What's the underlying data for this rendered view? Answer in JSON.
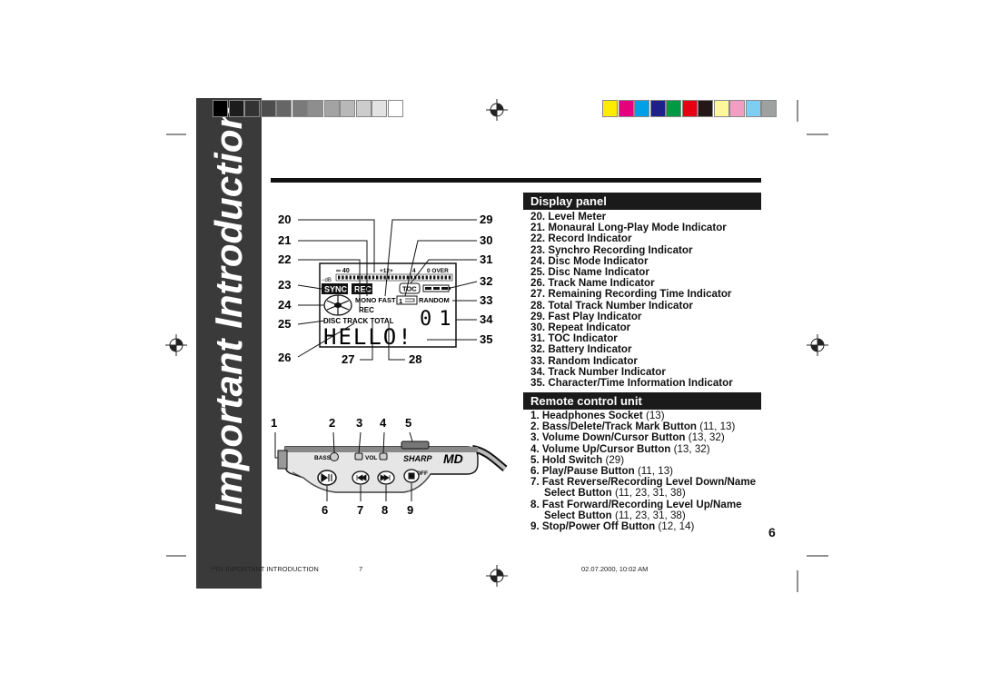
{
  "side_title": "Important Introduction",
  "display_panel": {
    "heading": "Display panel",
    "items": [
      {
        "num": "20.",
        "text": "Level Meter",
        "ref": ""
      },
      {
        "num": "21.",
        "text": "Monaural Long-Play Mode Indicator",
        "ref": ""
      },
      {
        "num": "22.",
        "text": "Record Indicator",
        "ref": ""
      },
      {
        "num": "23.",
        "text": "Synchro Recording Indicator",
        "ref": ""
      },
      {
        "num": "24.",
        "text": "Disc Mode Indicator",
        "ref": ""
      },
      {
        "num": "25.",
        "text": "Disc Name Indicator",
        "ref": ""
      },
      {
        "num": "26.",
        "text": "Track Name Indicator",
        "ref": ""
      },
      {
        "num": "27.",
        "text": "Remaining Recording Time Indicator",
        "ref": ""
      },
      {
        "num": "28.",
        "text": "Total Track Number Indicator",
        "ref": ""
      },
      {
        "num": "29.",
        "text": "Fast Play Indicator",
        "ref": ""
      },
      {
        "num": "30.",
        "text": "Repeat Indicator",
        "ref": ""
      },
      {
        "num": "31.",
        "text": "TOC Indicator",
        "ref": ""
      },
      {
        "num": "32.",
        "text": "Battery Indicator",
        "ref": ""
      },
      {
        "num": "33.",
        "text": "Random Indicator",
        "ref": ""
      },
      {
        "num": "34.",
        "text": "Track Number Indicator",
        "ref": ""
      },
      {
        "num": "35.",
        "text": "Character/Time Information Indicator",
        "ref": ""
      }
    ]
  },
  "remote_control": {
    "heading": "Remote control unit",
    "items": [
      {
        "num": "1.",
        "text": "Headphones Socket",
        "ref": "(13)",
        "cont": "",
        "cont_ref": ""
      },
      {
        "num": "2.",
        "text": "Bass/Delete/Track Mark Button",
        "ref": "(11, 13)",
        "cont": "",
        "cont_ref": ""
      },
      {
        "num": "3.",
        "text": "Volume Down/Cursor Button",
        "ref": "(13, 32)",
        "cont": "",
        "cont_ref": ""
      },
      {
        "num": "4.",
        "text": "Volume Up/Cursor Button",
        "ref": "(13, 32)",
        "cont": "",
        "cont_ref": ""
      },
      {
        "num": "5.",
        "text": "Hold Switch",
        "ref": "(29)",
        "cont": "",
        "cont_ref": ""
      },
      {
        "num": "6.",
        "text": "Play/Pause Button",
        "ref": "(11, 13)",
        "cont": "",
        "cont_ref": ""
      },
      {
        "num": "7.",
        "text": "Fast Reverse/Recording Level Down/Name",
        "ref": "",
        "cont": "Select Button",
        "cont_ref": "(11, 23, 31, 38)"
      },
      {
        "num": "8.",
        "text": "Fast Forward/Recording Level Up/Name",
        "ref": "",
        "cont": "Select Button",
        "cont_ref": "(11, 23, 31, 38)"
      },
      {
        "num": "9.",
        "text": "Stop/Power Off Button",
        "ref": "(12, 14)",
        "cont": "",
        "cont_ref": ""
      }
    ]
  },
  "display_figure": {
    "callouts_left": [
      "20",
      "21",
      "22",
      "23",
      "24",
      "25",
      "26"
    ],
    "callouts_right": [
      "29",
      "30",
      "31",
      "32",
      "33",
      "34",
      "35"
    ],
    "callouts_bottom": [
      "27",
      "28"
    ],
    "lcd": {
      "meter_left": "∞ 40",
      "meter_db": "−dB",
      "meter_mid": "+12+",
      "meter_4": "4",
      "meter_over": "0 OVER",
      "sync": "SYNC",
      "rec_box": "REC",
      "toc": "TOC",
      "mono_fast": "MONO FAST",
      "repeat": "1",
      "random": "RANDOM",
      "rec": "REC",
      "disc_track_total": "DISC TRACK TOTAL",
      "digits": "01",
      "hello": "HELLO!"
    }
  },
  "remote_figure": {
    "callouts_top": [
      "1",
      "2",
      "3",
      "4",
      "5"
    ],
    "callouts_bottom": [
      "6",
      "7",
      "8",
      "9"
    ],
    "bass_label": "BASS",
    "vol_label": "VOL",
    "brand": "SHARP",
    "md_logo": "MD",
    "off_label": "OFF"
  },
  "page_number": "6",
  "footer": {
    "left": "**01-INPORTANT INTRODUCTION",
    "mid": "7",
    "right": "02.07.2000, 10:02 AM"
  },
  "colors": {
    "band": "#3a3a3a",
    "gray_swatches": [
      "#000000",
      "#1c1c1c",
      "#333333",
      "#4d4d4d",
      "#666666",
      "#7a7a7a",
      "#8e8e8e",
      "#a3a3a3",
      "#b8b8b8",
      "#cccccc",
      "#e2e2e2",
      "#ffffff"
    ],
    "color_swatches": [
      "#ffec00",
      "#e6007e",
      "#00a0e9",
      "#1d2088",
      "#009944",
      "#e60012",
      "#231815",
      "#fff799",
      "#f19ec2",
      "#7ecef4",
      "#9fa0a0"
    ]
  }
}
